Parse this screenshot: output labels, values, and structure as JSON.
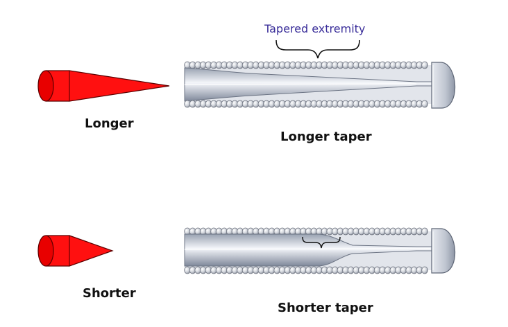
{
  "colors": {
    "cone": "#ff1010",
    "cone_outline": "#5a0000",
    "annotation": "#3a2e9a",
    "coil": "#c8ccd4",
    "coil_outline": "#6f7480",
    "core_mid": "#e9ecf2",
    "core_dark": "#8a93a4"
  },
  "icons": [
    "red-cone",
    "guidewire",
    "coil-wrap",
    "rounded-tip",
    "curly-brace"
  ],
  "top": {
    "annotation": "Tapered extremity",
    "cone_label": "Longer",
    "wire_label": "Longer taper"
  },
  "bottom": {
    "cone_label": "Shorter",
    "wire_label": "Shorter taper"
  }
}
